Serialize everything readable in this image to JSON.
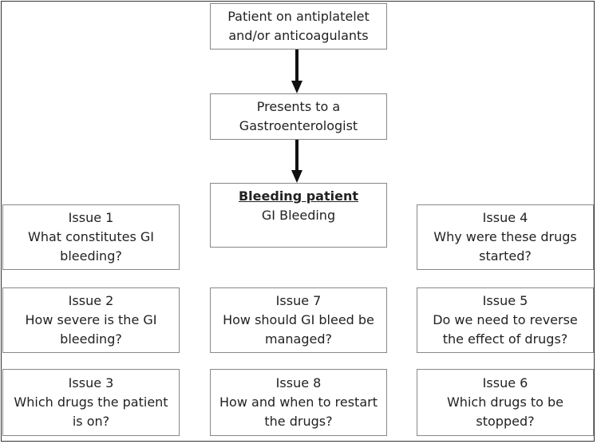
{
  "nodes": {
    "start": {
      "lines": [
        "Patient on antiplatelet",
        "and/or anticoagulants"
      ]
    },
    "presents": {
      "lines": [
        "Presents to a",
        "Gastroenterologist"
      ]
    },
    "bleeding": {
      "heading": "Bleeding patient",
      "lines": [
        "GI Bleeding"
      ]
    },
    "issue1": {
      "lines": [
        "Issue 1",
        "What constitutes GI",
        "bleeding?"
      ]
    },
    "issue2": {
      "lines": [
        "Issue 2",
        "How severe is the GI",
        "bleeding?"
      ]
    },
    "issue3": {
      "lines": [
        "Issue 3",
        "Which drugs the patient",
        "is on?"
      ]
    },
    "issue4": {
      "lines": [
        "Issue 4",
        "Why were these drugs",
        "started?"
      ]
    },
    "issue5": {
      "lines": [
        "Issue 5",
        "Do we need to reverse",
        "the effect of drugs?"
      ]
    },
    "issue6": {
      "lines": [
        "Issue 6",
        "Which drugs to be",
        "stopped?"
      ]
    },
    "issue7": {
      "lines": [
        "Issue 7",
        "How should GI bleed be",
        "managed?"
      ]
    },
    "issue8": {
      "lines": [
        "Issue 8",
        "How and when to restart",
        "the drugs?"
      ]
    }
  },
  "edges": [
    {
      "from": "start",
      "to": "presents"
    },
    {
      "from": "presents",
      "to": "bleeding"
    }
  ]
}
